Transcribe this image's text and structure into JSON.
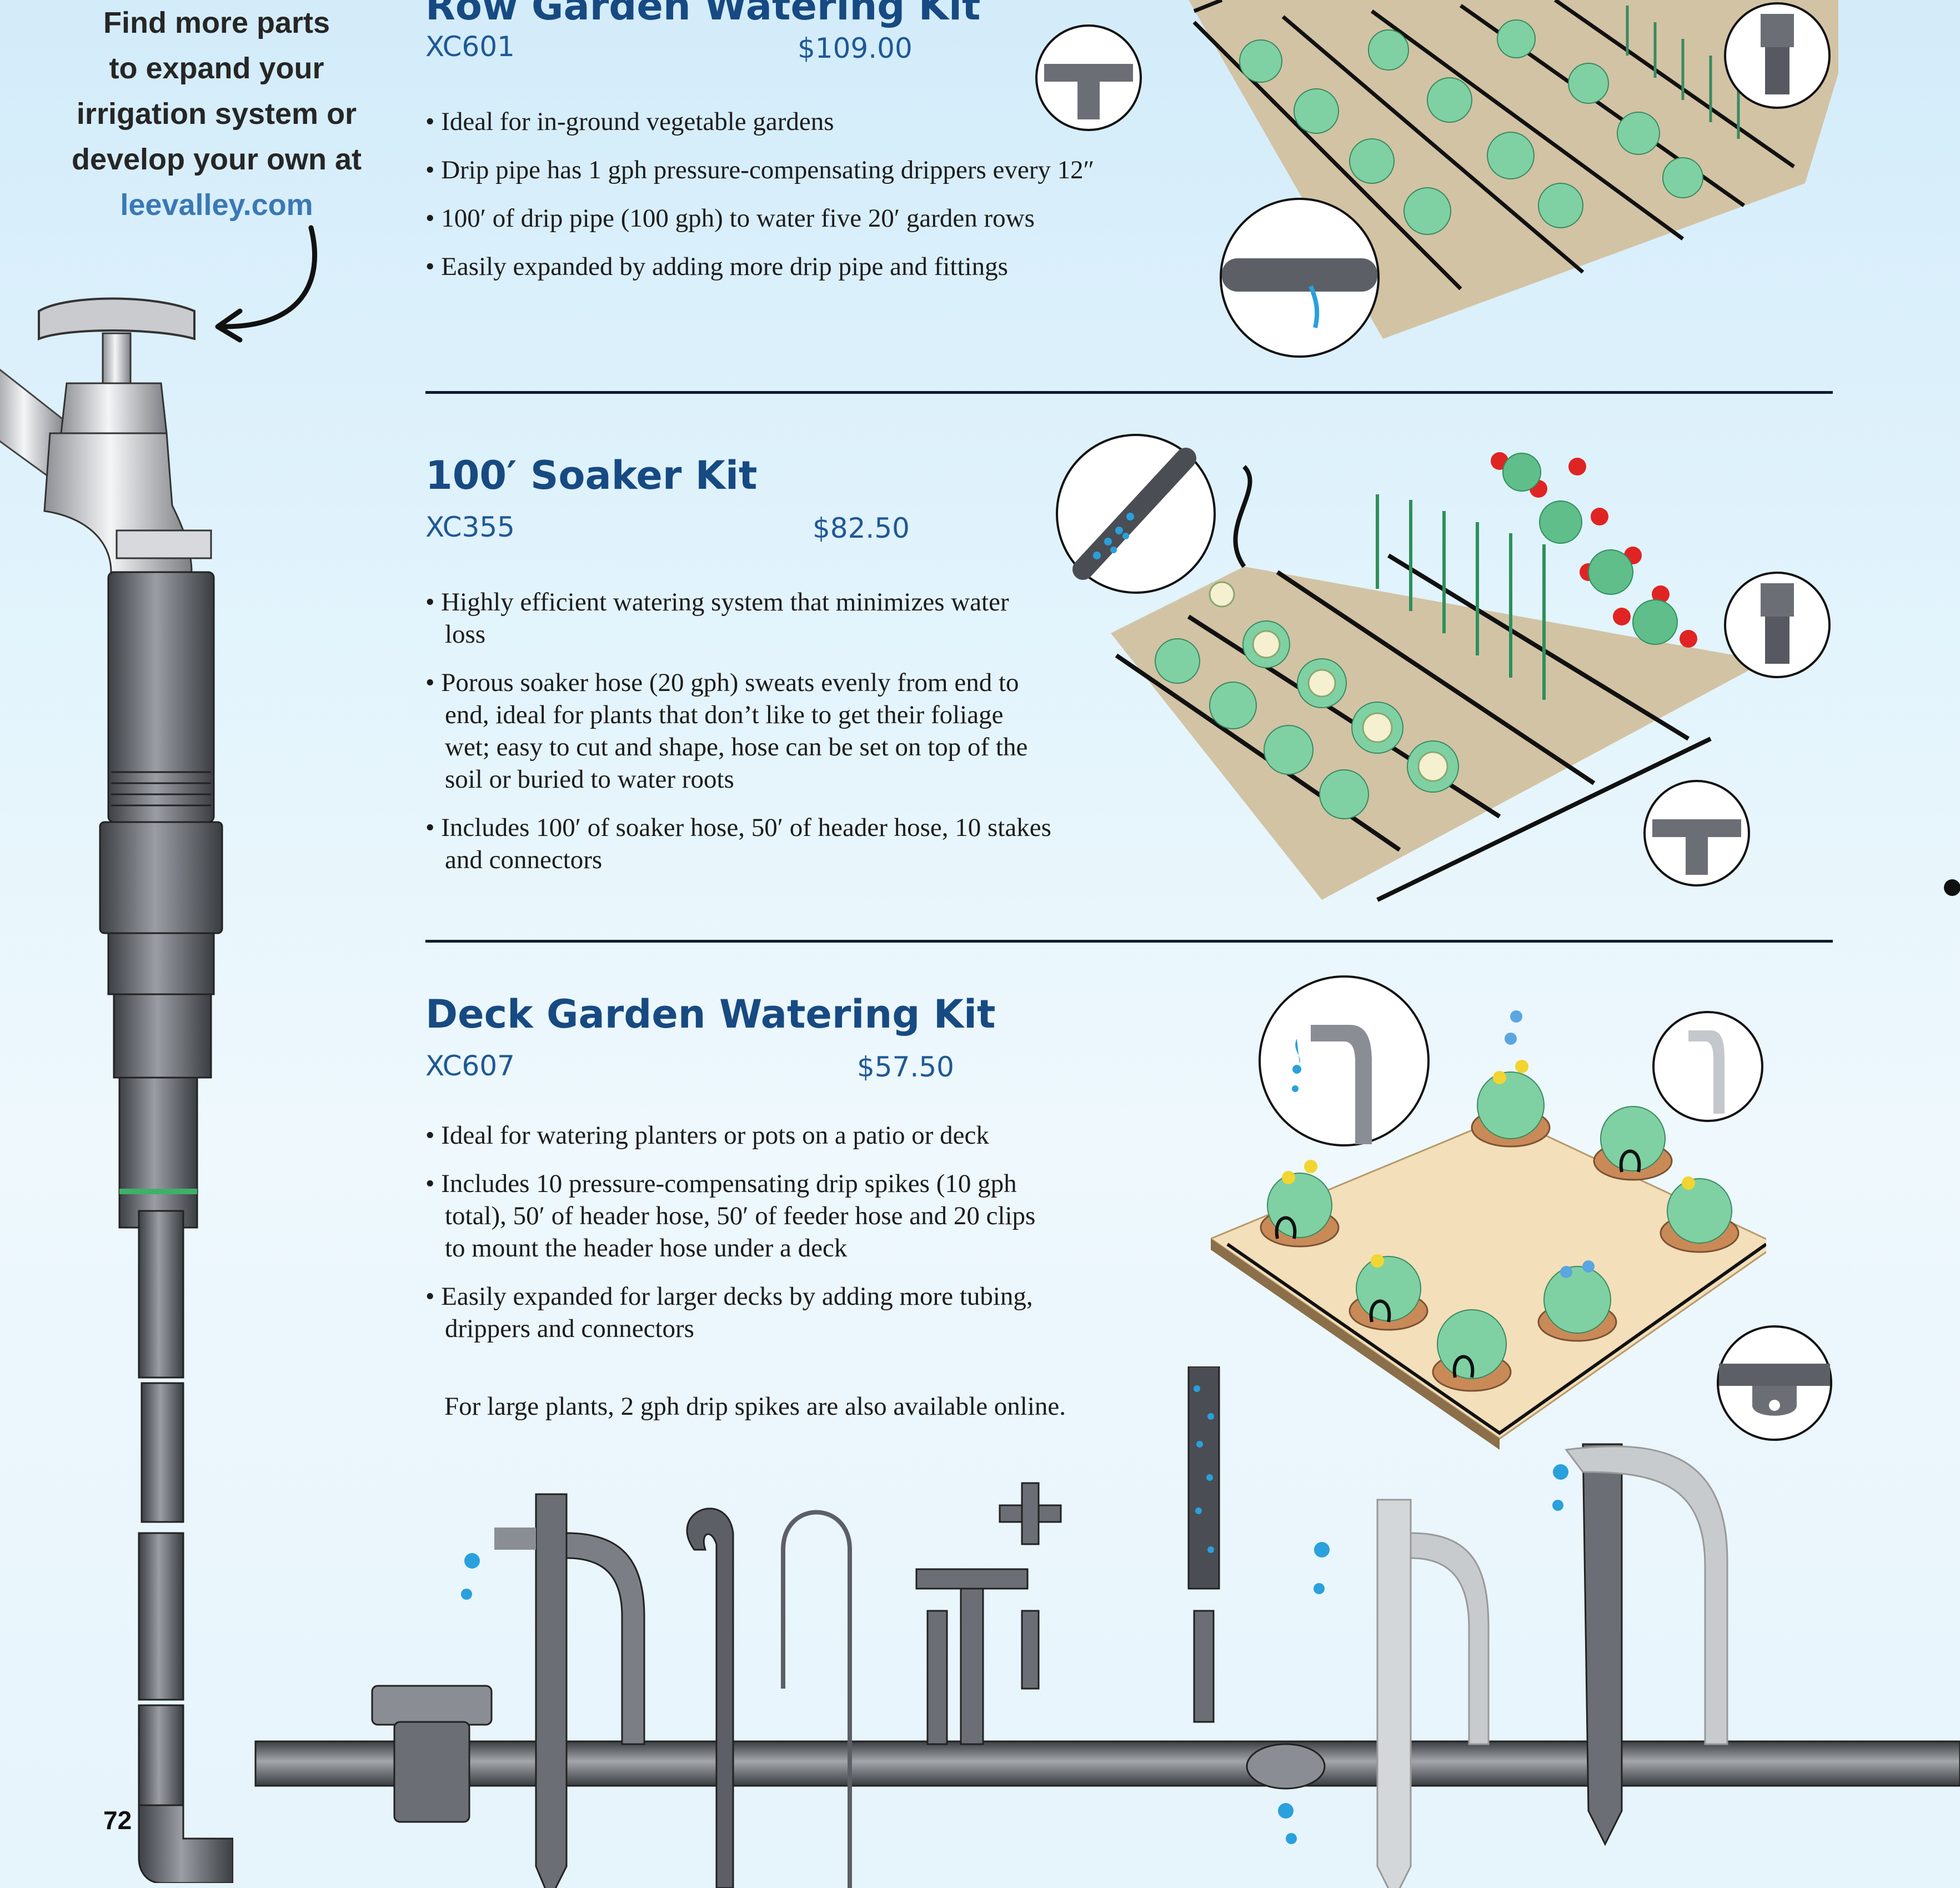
{
  "sidebar": {
    "promo_lines": [
      "Find more parts",
      "to expand your",
      "irrigation system or",
      "develop your own at"
    ],
    "link": "leevalley.com"
  },
  "kits": [
    {
      "title": "Row Garden Watering Kit",
      "code": "XC601",
      "price": "$109.00",
      "features": [
        "Ideal for in-ground vegetable gardens",
        "Drip pipe has 1 gph pressure-compensating drippers every 12″",
        "100′ of drip pipe (100 gph) to water five 20′ garden rows",
        "Easily expanded by adding more drip pipe and fittings"
      ]
    },
    {
      "title": "100′ Soaker Kit",
      "code": "XC355",
      "price": "$82.50",
      "features": [
        "Highly efficient watering system that minimizes water loss",
        "Porous soaker hose (20 gph) sweats evenly from end to end, ideal for plants that don’t like to get their foliage wet; easy to cut and shape, hose can be set on top of the soil or buried to water roots",
        "Includes 100′ of soaker hose, 50′ of header hose, 10 stakes and connectors"
      ]
    },
    {
      "title": "Deck Garden Watering Kit",
      "code": "XC607",
      "price": "$57.50",
      "features": [
        "Ideal for watering planters or pots on a patio or deck",
        "Includes 10 pressure-compensating drip spikes (10 gph total), 50′ of header hose, 50′ of feeder hose and 20 clips to mount the header hose under a deck",
        "Easily expanded for larger decks by adding more tubing, drippers and connectors"
      ],
      "note": "For large plants, 2 gph drip spikes are also available online."
    }
  ],
  "page_number": "72",
  "icons": {
    "faucet": "faucet-illustration",
    "arrow": "curved-arrow-icon",
    "tee": "tee-connector-icon",
    "endcap": "end-cap-icon",
    "clip": "mounting-clip-icon",
    "spike": "drip-spike-icon"
  },
  "colors": {
    "title": "#174a82",
    "code": "#1f5896",
    "link": "#3a78b5",
    "pipe": "#5c6066",
    "water": "#2aa0dc",
    "leaf": "#7fd1a3",
    "soil": "#d2c3a4",
    "deck": "#f3dfba"
  }
}
